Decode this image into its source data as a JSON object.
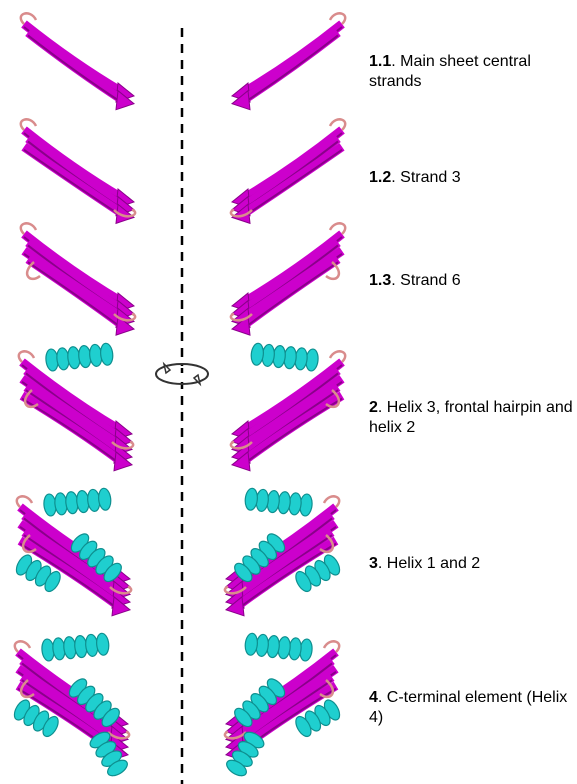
{
  "colors": {
    "strand": "#cc00cc",
    "strand_dark": "#8a008a",
    "helix": "#1fcfcf",
    "helix_dark": "#0e8f8f",
    "loop": "#d98c8c",
    "divider": "#000000"
  },
  "icons": {
    "rotation": "rotate-180-icon"
  },
  "steps": [
    {
      "number": "1.1",
      "text": ". Main sheet central strands",
      "strands": 2,
      "helices": 0
    },
    {
      "number": "1.2",
      "text": ". Strand 3",
      "strands": 3,
      "helices": 0
    },
    {
      "number": "1.3",
      "text": ". Strand 6",
      "strands": 4,
      "helices": 0
    },
    {
      "number": "2",
      "text": ". Helix 3, frontal hairpin and helix 2",
      "strands": 5,
      "helices": 1
    },
    {
      "number": "3",
      "text": ". Helix 1 and 2",
      "strands": 5,
      "helices": 3
    },
    {
      "number": "4",
      "text": ". C-terminal element (Helix 4)",
      "strands": 5,
      "helices": 4
    }
  ]
}
